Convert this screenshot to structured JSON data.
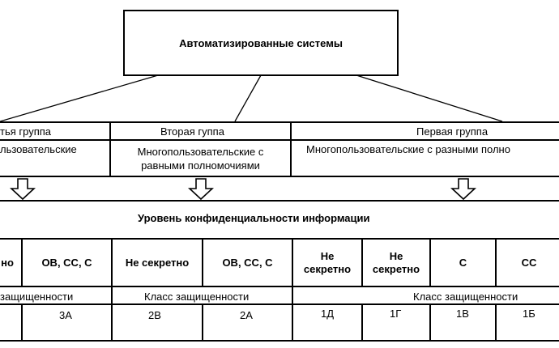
{
  "root": {
    "title": "Автоматизированные системы"
  },
  "groups": [
    {
      "name": "тья группа",
      "desc": "льзовательские"
    },
    {
      "name": "Вторая гуппа",
      "desc": "Многопользовательские с равными полномочиями"
    },
    {
      "name": "Первая группа",
      "desc": "Многопользовательские с    разными полно"
    }
  ],
  "level": {
    "title": "Уровень конфиденциальности информации"
  },
  "levels": [
    "но",
    "ОВ, СС, С",
    "Не секретно",
    "ОВ, СС, С",
    "Не секретно",
    "Не секретно",
    "С",
    "СС"
  ],
  "classes": {
    "header_left": "защищенности",
    "header_mid": "Класс защищенности",
    "header_right": "Класс защищенности",
    "values": [
      "3А",
      "2В",
      "2А",
      "1Д",
      "1Г",
      "1В",
      "1Б"
    ]
  }
}
